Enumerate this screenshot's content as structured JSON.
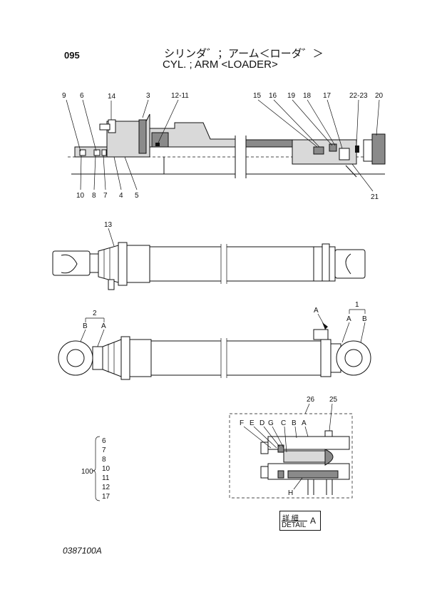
{
  "header": {
    "page_number": "095",
    "title_jp": "シリンダ゛；アーム＜ローダ゛＞",
    "title_en": "CYL. ; ARM <LOADER>"
  },
  "footer": {
    "doc_id": "0387100A"
  },
  "section_view": {
    "top_labels": [
      "9",
      "6",
      "14",
      "3",
      "12-11",
      "15",
      "16",
      "19",
      "18",
      "17",
      "22-23",
      "20"
    ],
    "bottom_labels": [
      "10",
      "8",
      "7",
      "4",
      "5",
      "21"
    ]
  },
  "assembly_view": {
    "label": "13"
  },
  "side_view": {
    "group_left": {
      "number": "2",
      "a": "A",
      "b": "B"
    },
    "group_right": {
      "number": "1",
      "a": "A",
      "b": "B"
    },
    "detail_pointer": "A"
  },
  "detail": {
    "labels_top": [
      "26",
      "25"
    ],
    "labels": [
      "F",
      "E",
      "D",
      "G",
      "C",
      "B",
      "A"
    ],
    "label_h": "H",
    "caption_jp": "詳 細",
    "caption_en": "DETAIL",
    "caption_letter": "A"
  },
  "kit": {
    "number": "100",
    "items": [
      "6",
      "7",
      "8",
      "10",
      "11",
      "12",
      "17"
    ]
  }
}
